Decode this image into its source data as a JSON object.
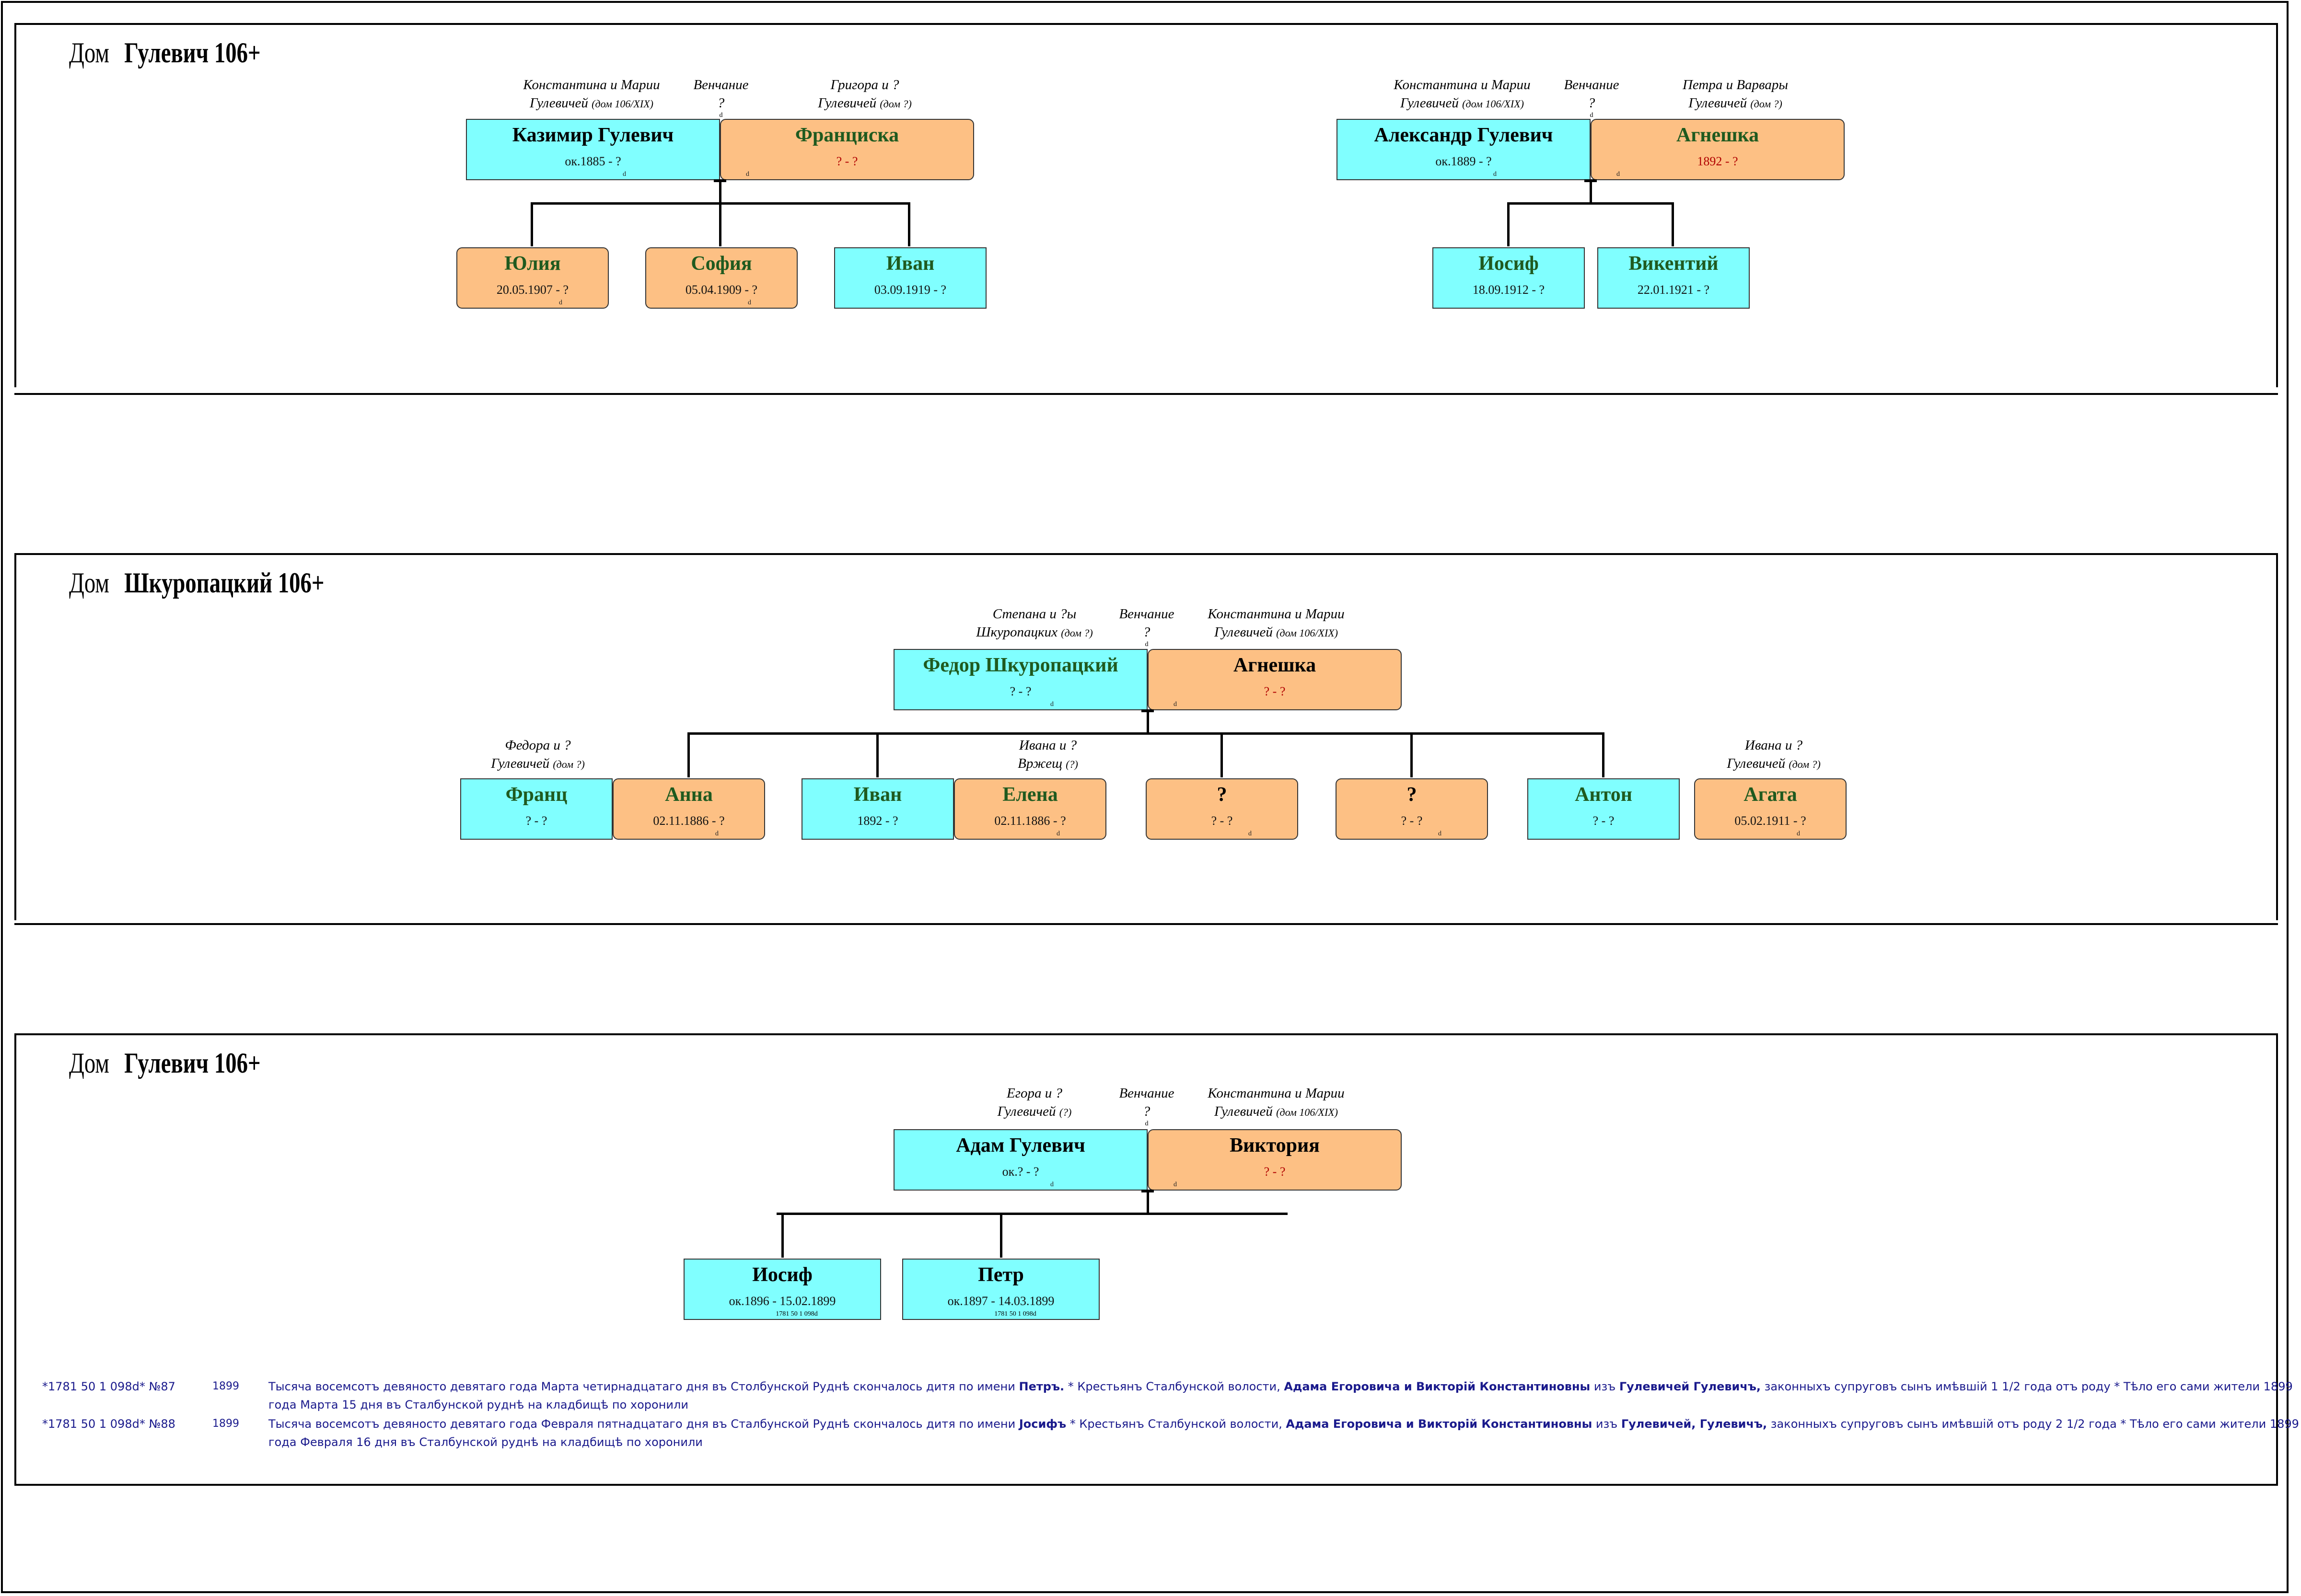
{
  "houses": [
    {
      "label": "Дом",
      "name": "Гулевич 106+",
      "families": [
        {
          "husband_parents": {
            "line1": "Константина и Марии",
            "line2": "Гулевичей",
            "house": "(дом 106/XIX)"
          },
          "wedding": {
            "label": "Венчание",
            "value": "?",
            "mark": "d"
          },
          "wife_parents": {
            "line1": "Григора и ?",
            "line2": "Гулевичей",
            "house": "(дом ?)"
          },
          "husband": {
            "name": "Казимир Гулевич",
            "dates": "ок.1885 - ?",
            "mark": "d"
          },
          "wife": {
            "name": "Франциска",
            "dates": "? - ?",
            "mark": "d"
          },
          "children": [
            {
              "name": "Юлия",
              "dates": "20.05.1907 - ?",
              "mark": "d"
            },
            {
              "name": "София",
              "dates": "05.04.1909 - ?",
              "mark": "d"
            },
            {
              "name": "Иван",
              "dates": "03.09.1919 - ?"
            }
          ]
        },
        {
          "husband_parents": {
            "line1": "Константина и Марии",
            "line2": "Гулевичей",
            "house": "(дом 106/XIX)"
          },
          "wedding": {
            "label": "Венчание",
            "value": "?",
            "mark": "d"
          },
          "wife_parents": {
            "line1": "Петра и Варвары",
            "line2": "Гулевичей",
            "house": "(дом ?)"
          },
          "husband": {
            "name": "Александр Гулевич",
            "dates": "ок.1889 - ?",
            "mark": "d"
          },
          "wife": {
            "name": "Агнешка",
            "dates": "1892 - ?",
            "mark": "d"
          },
          "children": [
            {
              "name": "Иосиф",
              "dates": "18.09.1912 - ?"
            },
            {
              "name": "Викентий",
              "dates": "22.01.1921 - ?"
            }
          ]
        }
      ]
    },
    {
      "label": "Дом",
      "name": "Шкуропацкий 106+",
      "families": [
        {
          "husband_parents": {
            "line1": "Степана и ?ы",
            "line2": "Шкуропацких",
            "house": "(дом ?)"
          },
          "wedding": {
            "label": "Венчание",
            "value": "?",
            "mark": "d"
          },
          "wife_parents": {
            "line1": "Константина и Марии",
            "line2": "Гулевичей",
            "house": "(дом 106/XIX)"
          },
          "husband": {
            "name": "Федор Шкуропацкий",
            "dates": "? - ?",
            "mark": "d"
          },
          "wife": {
            "name": "Агнешка",
            "dates": "? - ?",
            "mark": "d"
          },
          "children": [
            {
              "name": "Анна",
              "dates": "02.11.1886 - ?",
              "mark": "d",
              "spouse": {
                "name": "Франц",
                "dates": "? - ?"
              },
              "spouse_parents": {
                "line1": "Федора и ?",
                "line2": "Гулевичей",
                "house": "(дом ?)"
              }
            },
            {
              "name": "Иван",
              "dates": "1892 - ?",
              "spouse": {
                "name": "Елена",
                "dates": "02.11.1886 - ?",
                "mark": "d"
              },
              "spouse_parents": {
                "line1": "Ивана и ?",
                "line2": "Вржещ",
                "house": "(?)"
              }
            },
            {
              "name": "?",
              "dates": "? - ?",
              "mark": "d"
            },
            {
              "name": "?",
              "dates": "? - ?",
              "mark": "d"
            },
            {
              "name": "Антон",
              "dates": "? - ?",
              "spouse": {
                "name": "Агата",
                "dates": "05.02.1911 - ?",
                "mark": "d"
              },
              "spouse_parents": {
                "line1": "Ивана и ?",
                "line2": "Гулевичей",
                "house": "(дом ?)"
              }
            }
          ]
        }
      ]
    },
    {
      "label": "Дом",
      "name": "Гулевич 106+",
      "families": [
        {
          "husband_parents": {
            "line1": "Егора и ?",
            "line2": "Гулевичей",
            "house": "(?)"
          },
          "wedding": {
            "label": "Венчание",
            "value": "?",
            "mark": "d"
          },
          "wife_parents": {
            "line1": "Константина и Марии",
            "line2": "Гулевичей",
            "house": "(дом 106/XIX)"
          },
          "husband": {
            "name": "Адам Гулевич",
            "dates": "ок.? - ?",
            "mark": "d"
          },
          "wife": {
            "name": "Виктория",
            "dates": "? - ?",
            "mark": "d"
          },
          "children": [
            {
              "name": "Иосиф",
              "dates": "ок.1896 - 15.02.1899",
              "ref": "1781 50 1 098d"
            },
            {
              "name": "Петр",
              "dates": "ок.1897 - 14.03.1899",
              "ref": "1781 50 1 098d"
            }
          ]
        }
      ],
      "records": [
        {
          "ref": "*1781 50 1 098d* №87",
          "year": "1899",
          "text_a": "Тысяча восемсотъ девяносто девятаго года Марта четирнадцатаго дня въ Столбунской Руднѣ скончалось дитя по имени ",
          "bold_a": "Петръ.",
          "text_b": " * Крестьянъ Сталбунской волости, ",
          "bold_b": "Адама Егоровича и Викторій Константиновны",
          "text_c": " изъ ",
          "bold_c": "Гулевичей Гулевичъ,",
          "text_d": " законныхъ супруговъ сынъ имѣвшiй 1 1/2 года отъ роду * Тѣло его сами жители 1899 года Марта 15 дня въ Сталбунской руднѣ на кладбищѣ по хоронили"
        },
        {
          "ref": "*1781 50 1 098d* №88",
          "year": "1899",
          "text_a": "Тысяча восемсотъ девяносто девятаго года Февраля пятнадцатаго дня въ Сталбунской Руднѣ скончалось дитя по имени ",
          "bold_a": "Јосифъ",
          "text_b": " * Крестьянъ Сталбунской волости, ",
          "bold_b": "Адама Егоровича и Викторій Константиновны",
          "text_c": " изъ ",
          "bold_c": "Гулевичей, Гулевичъ,",
          "text_d": " законныхъ супруговъ сынъ имѣвшiй отъ роду 2 1/2 года * Тѣло его сами жители 1899 года Февраля 16 дня въ Сталбунской руднѣ на кладбищѣ по хоронили"
        }
      ]
    }
  ],
  "colors": {
    "male": "#80ffff",
    "female": "#fdc084",
    "name_green": "#1f5a1f",
    "note_blue": "#1a1a8c"
  }
}
